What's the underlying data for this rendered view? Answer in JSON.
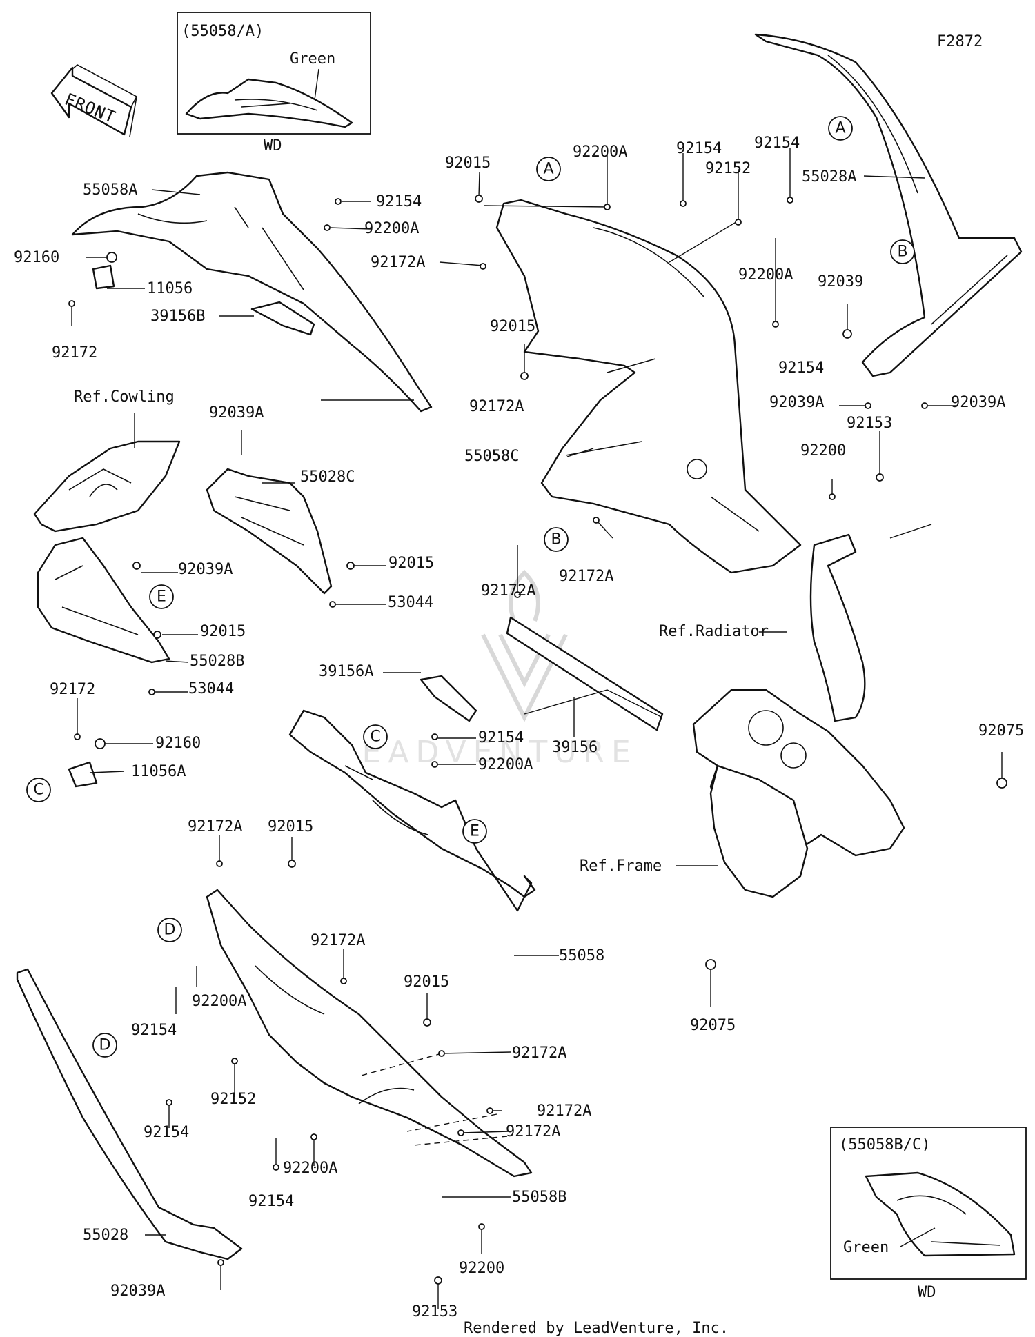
{
  "figure_code": "F2872",
  "front_label": "FRONT",
  "footer": "Rendered by LeadVenture, Inc.",
  "watermark": "LEADVENTURE",
  "insets": [
    {
      "title": "(55058/A)",
      "color_label": "Green",
      "variant": "WD"
    },
    {
      "title": "(55058B/C)",
      "color_label": "Green",
      "variant": "WD"
    }
  ],
  "part_labels": [
    "92015",
    "92200A",
    "92154",
    "92154",
    "92152",
    "55028A",
    "55058A",
    "92154",
    "92200A",
    "92172A",
    "92160",
    "11056",
    "39156B",
    "92172",
    "92015",
    "92200A",
    "92154",
    "92039",
    "92172A",
    "92039A",
    "92039A",
    "92153",
    "55058C",
    "92200",
    "92172A",
    "92172A",
    "Ref.Cowling",
    "92039A",
    "55028C",
    "92039A",
    "92015",
    "53044",
    "92015",
    "55028B",
    "53044",
    "Ref.Radiator",
    "92172",
    "92160",
    "11056A",
    "39156A",
    "39156",
    "92154",
    "92200A",
    "92075",
    "92172A",
    "92015",
    "Ref.Frame",
    "55058",
    "92172A",
    "92200A",
    "92154",
    "92015",
    "92172A",
    "92152",
    "92154",
    "92172A",
    "92172A",
    "92200A",
    "92154",
    "55058B",
    "92075",
    "55028",
    "92200",
    "92039A",
    "92153"
  ],
  "callouts": [
    "A",
    "A",
    "B",
    "B",
    "C",
    "C",
    "D",
    "D",
    "E",
    "E"
  ]
}
